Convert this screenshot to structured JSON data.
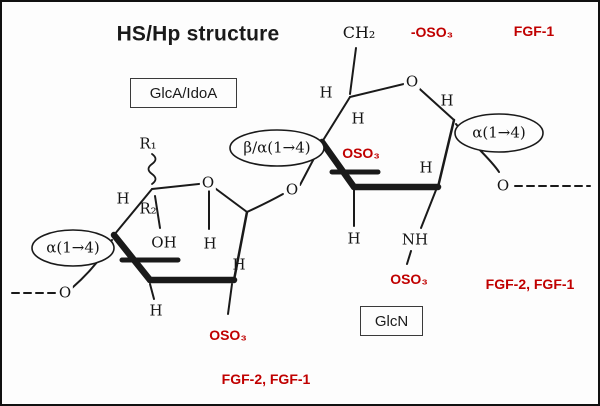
{
  "title": "HS/Hp structure",
  "residues": {
    "left_box": "GlcA/IdoA",
    "right_box": "GlcN"
  },
  "linkages": {
    "left_oval": "α(1→4)",
    "middle_oval": "β/α(1→4)",
    "right_oval": "α(1→4)"
  },
  "atoms": {
    "h": "H",
    "oh": "OH",
    "o": "O",
    "nh": "NH",
    "ch2": "CH₂",
    "r1": "R₁",
    "r2": "R₂"
  },
  "sulfates": {
    "top": "-OSO₃",
    "ring3": "OSO₃",
    "n_sulfate": "OSO₃",
    "left_bottom": "OSO₃"
  },
  "fgf": {
    "top_right": "FGF-1",
    "right": "FGF-2,  FGF-1",
    "bottom": "FGF-2,  FGF-1"
  },
  "colors": {
    "annotation_red": "#c00000",
    "bond_black": "#1a1a1a"
  }
}
